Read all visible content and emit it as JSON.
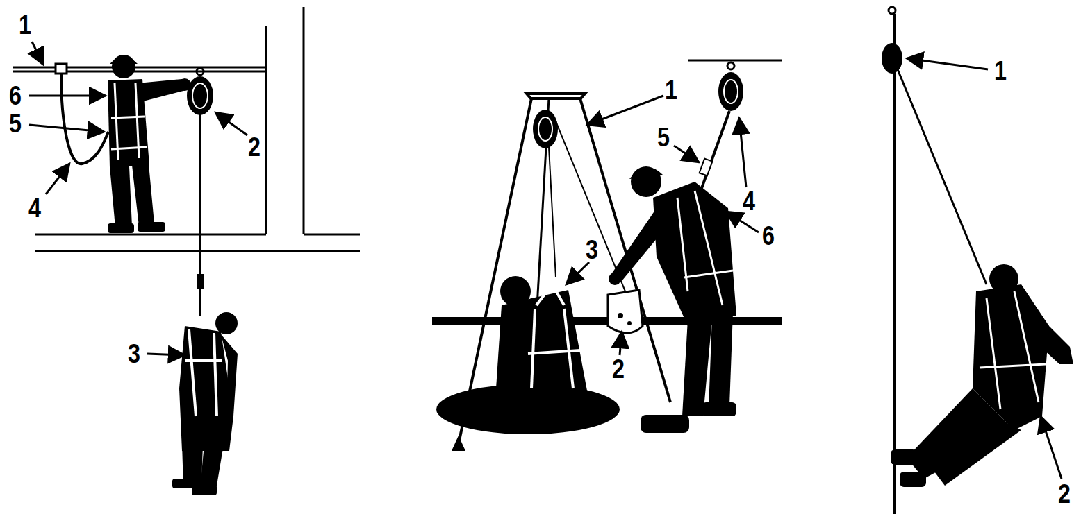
{
  "diagram": {
    "labels": [
      "1",
      "6",
      "5",
      "2",
      "4",
      "3",
      "1",
      "5",
      "4",
      "3",
      "6",
      "2",
      "1",
      "2"
    ]
  }
}
